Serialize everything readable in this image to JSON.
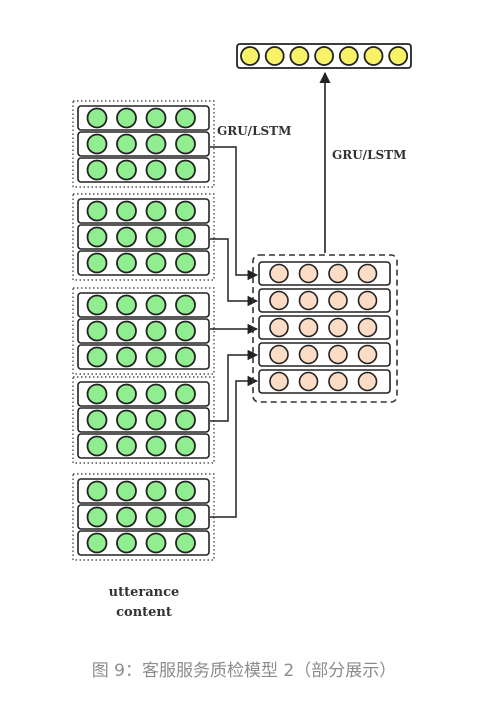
{
  "diagram": {
    "label_gru_left": "GRU/LSTM",
    "label_gru_right": "GRU/LSTM",
    "label_utterance": "utterance",
    "label_content": "content",
    "colors": {
      "green_node": "#90ee90",
      "peach_node": "#fddcc6",
      "yellow_node": "#f7f267",
      "stroke": "#222222"
    },
    "node_counts": {
      "input_groups": 5,
      "rows_per_group": 3,
      "nodes_per_row": 4,
      "hidden_rows": 5,
      "output_nodes": 7
    }
  },
  "caption": "图 9：客服服务质检模型 2（部分展示）"
}
